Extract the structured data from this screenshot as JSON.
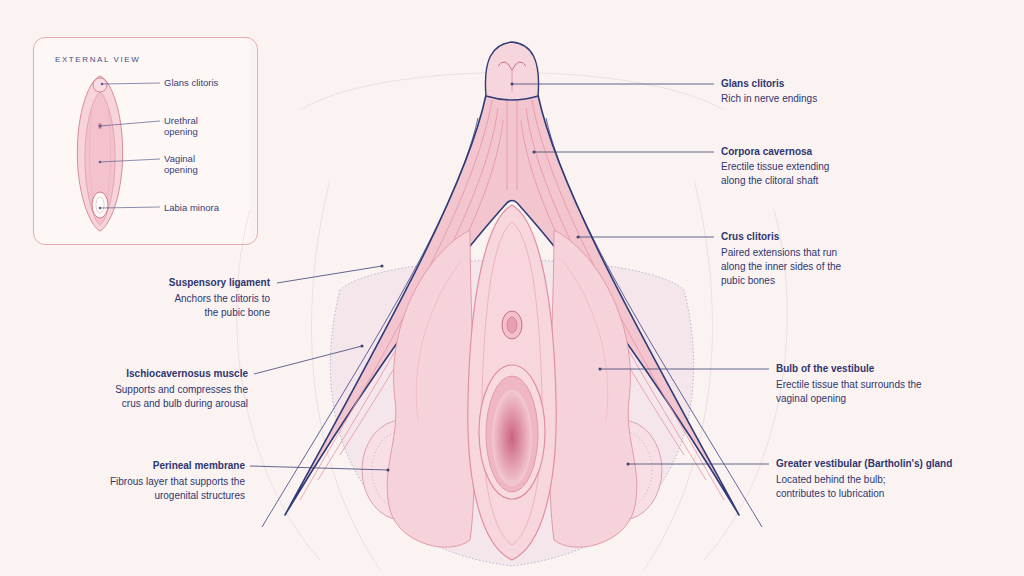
{
  "diagram": {
    "nodes": [
      {
        "text": [
          "EXTERNAL VIEW"
        ]
      }
    ],
    "labels": [
      "Glans clitoris",
      "Urethral opening",
      "Vaginal opening",
      "Labia minora",
      "Glans clitoris",
      "Rich in nerve endings",
      "Corpora cavernosa",
      "Erectile tissue extending along the clitoral shaft",
      "Crus clitoris",
      "Paired extensions that run along the inner sides of the pubic bones",
      "Suspensory ligament",
      "Anchors the clitoris to the pubic bone",
      "Ischiocavernosus muscle",
      "Supports and compresses the crus and bulb during arousal",
      "Perineal membrane",
      "Fibrous layer that supports the urogenital structures",
      "Bulb of the vestibule",
      "Erectile tissue that surrounds the vaginal opening",
      "Greater vestibular (Bartholin's) gland",
      "Located behind the bulb; contributes to lubrication"
    ]
  }
}
